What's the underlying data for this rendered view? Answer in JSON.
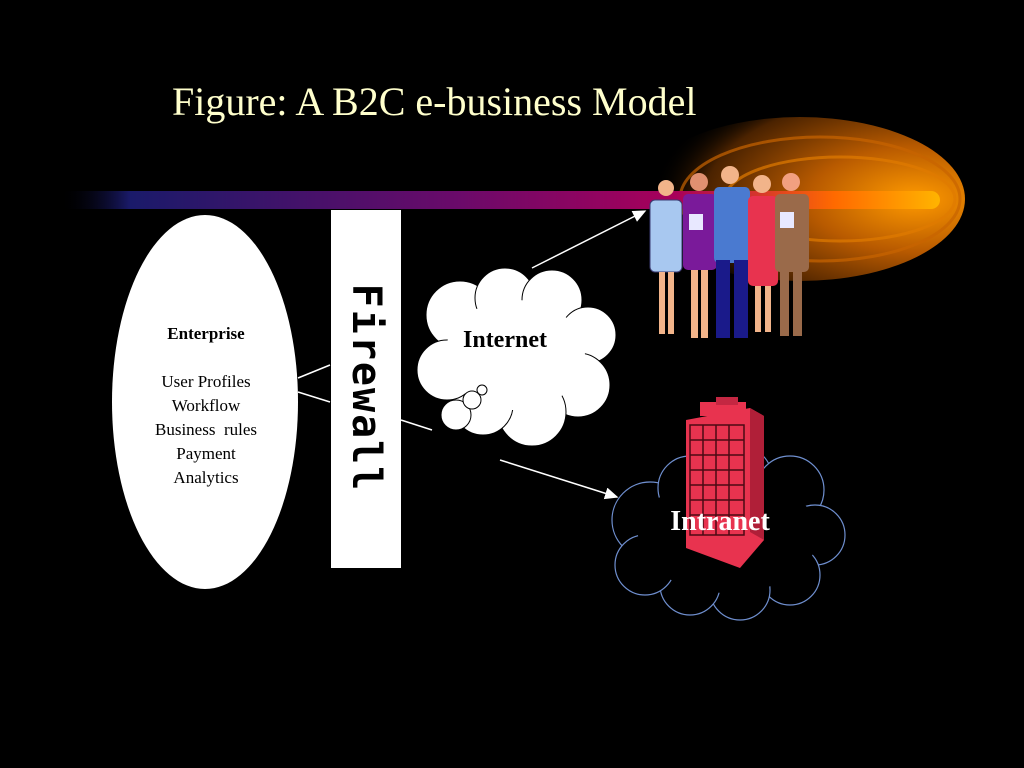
{
  "title": "Figure: A B2C e-business Model",
  "enterprise": {
    "heading": "Enterprise",
    "items": [
      "User Profiles",
      "Workflow",
      "Business  rules",
      "Payment",
      "Analytics"
    ]
  },
  "firewall": {
    "label": "Firewall"
  },
  "internet": {
    "label": "Internet"
  },
  "intranet": {
    "label": "Intranet"
  },
  "colors": {
    "background": "#000000",
    "title": "#ffffcc",
    "beam_orange": "#ff9900",
    "building": "#e8334f",
    "cloud_outline": "#6f8fcf"
  }
}
